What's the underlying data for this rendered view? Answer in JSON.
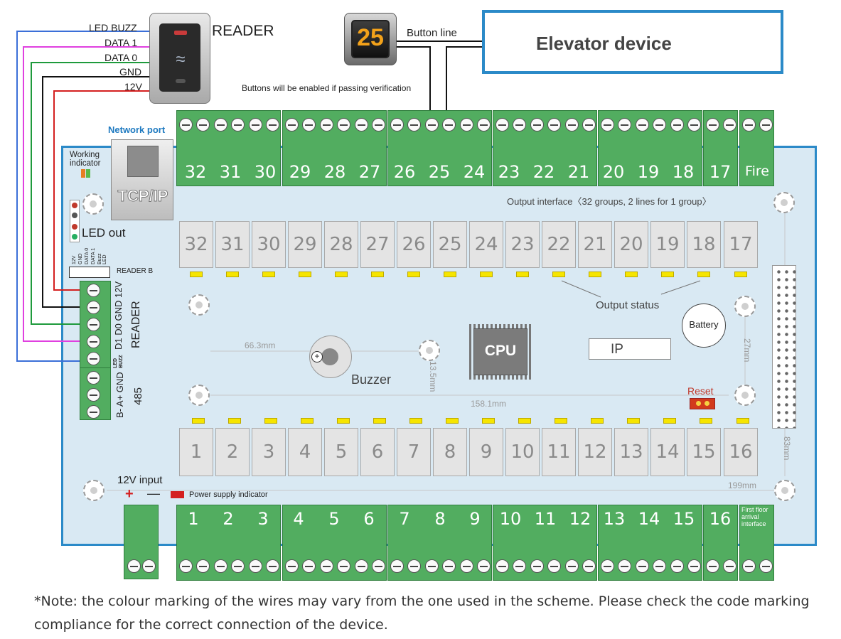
{
  "wires": {
    "led_buzz": "LED BUZZ",
    "data1": "DATA 1",
    "data0": "DATA 0",
    "gnd": "GND",
    "v12": "12V"
  },
  "reader_label": "READER",
  "button_number": "25",
  "button_line": "Button line",
  "elevator_device": "Elevator device",
  "verification_note": "Buttons will be enabled if passing verification",
  "network_port": "Network port",
  "tcpip": "TCP/IP",
  "working_indicator": "Working indicator",
  "led_out": "LED out",
  "reader_b": "READER B",
  "reader_b_pins": [
    "12V",
    "GND",
    "DATA 0",
    "DATA 1",
    "Buzz LED"
  ],
  "reader_block_label": "READER",
  "reader_block_pins": "D1 D0 GND 12V",
  "reader_block_sub": "LED BUZZ",
  "rs485_label": "485",
  "rs485_pins": "B- A+ GND",
  "top_terminal_numbers": [
    "32",
    "31",
    "30",
    "29",
    "28",
    "27",
    "26",
    "25",
    "24",
    "23",
    "22",
    "21",
    "20",
    "19",
    "18",
    "17",
    "Fire"
  ],
  "output_interface": "Output interface〈32 groups, 2 lines for 1 group〉",
  "upper_relays": [
    "32",
    "31",
    "30",
    "29",
    "28",
    "27",
    "26",
    "25",
    "24",
    "23",
    "22",
    "21",
    "20",
    "19",
    "18",
    "17"
  ],
  "output_status": "Output status",
  "battery": "Battery",
  "cpu": "CPU",
  "ip": "IP",
  "buzzer": "Buzzer",
  "reset": "Reset",
  "dimensions": {
    "d1": "66.3mm",
    "d2": "13.5mm",
    "d3": "158.1mm",
    "d4": "27mm",
    "d5": "83mm",
    "d6": "199mm"
  },
  "lower_relays": [
    "1",
    "2",
    "3",
    "4",
    "5",
    "6",
    "7",
    "8",
    "9",
    "10",
    "11",
    "12",
    "13",
    "14",
    "15",
    "16"
  ],
  "power_input": "12V input",
  "plus": "+",
  "minus": "—",
  "power_indicator": "Power supply indicator",
  "bottom_terminal_numbers": [
    "1",
    "2",
    "3",
    "4",
    "5",
    "6",
    "7",
    "8",
    "9",
    "10",
    "11",
    "12",
    "13",
    "14",
    "15",
    "16"
  ],
  "first_floor": "First floor arrival interface",
  "footnote": "*Note: the colour marking of the wires may vary from the one used in the scheme. Please check the code marking compliance for the correct connection of the device.",
  "colors": {
    "board": "#d9e9f3",
    "board_border": "#2b8ac8",
    "terminal": "#52ad60",
    "relay": "#e4e4e4",
    "led": "#f6e500",
    "wire_pink": "#e040e0",
    "wire_green": "#1e9a3c",
    "wire_black": "#111111",
    "wire_red": "#d42020",
    "wire_blue": "#3b6fd8"
  }
}
